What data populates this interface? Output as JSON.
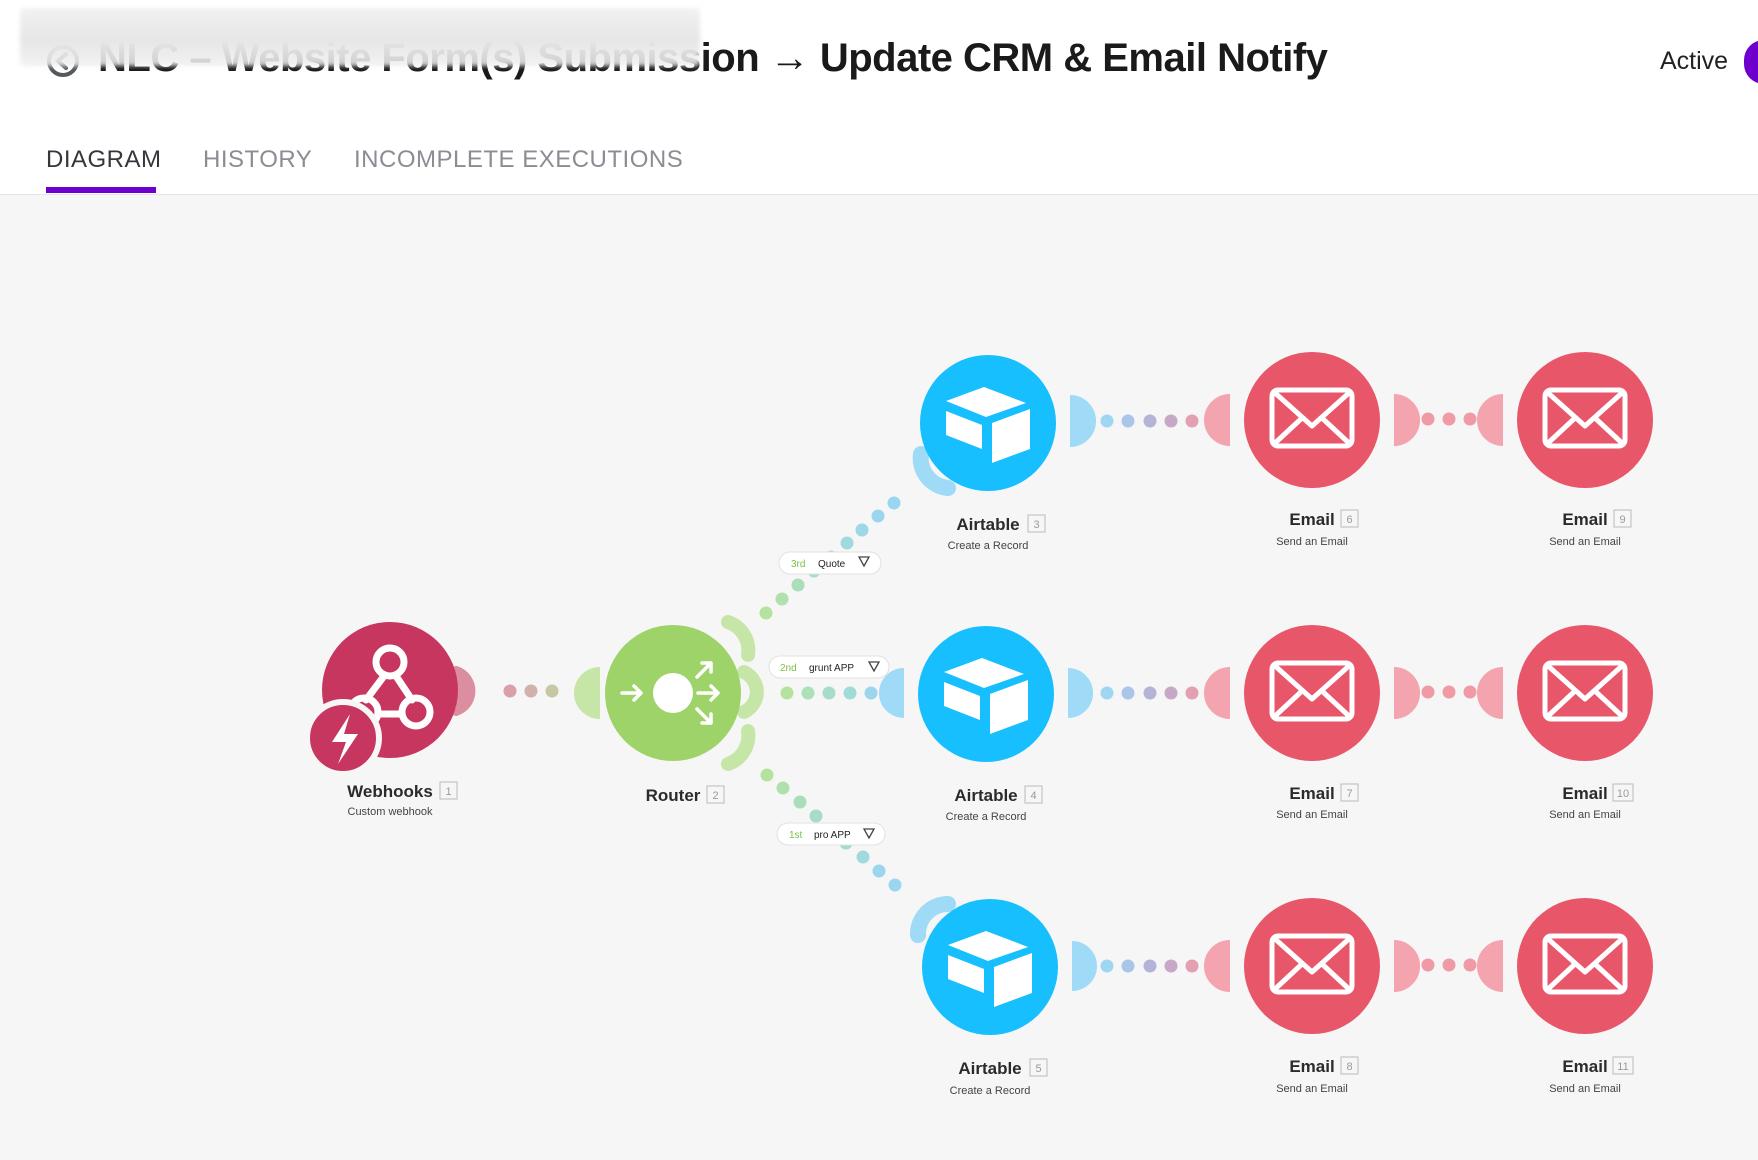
{
  "header": {
    "title": "NLC – Website Form(s) Submission → Update CRM & Email Notify",
    "status_label": "Active"
  },
  "tabs": [
    {
      "label": "DIAGRAM",
      "active": true
    },
    {
      "label": "HISTORY",
      "active": false
    },
    {
      "label": "INCOMPLETE EXECUTIONS",
      "active": false
    }
  ],
  "colors": {
    "accent": "#6d00cc",
    "webhooks": "#c7365f",
    "router": "#9ed36a",
    "airtable": "#18bfff",
    "email": "#e8566a"
  },
  "modules": [
    {
      "key": "webhooks",
      "name": "Webhooks",
      "id": "1",
      "subtitle": "Custom webhook",
      "icon": "webhook-icon"
    },
    {
      "key": "router",
      "name": "Router",
      "id": "2",
      "subtitle": "",
      "icon": "router-icon"
    },
    {
      "key": "airtable3",
      "name": "Airtable",
      "id": "3",
      "subtitle": "Create a Record",
      "icon": "airtable-icon"
    },
    {
      "key": "airtable4",
      "name": "Airtable",
      "id": "4",
      "subtitle": "Create a Record",
      "icon": "airtable-icon"
    },
    {
      "key": "airtable5",
      "name": "Airtable",
      "id": "5",
      "subtitle": "Create a Record",
      "icon": "airtable-icon"
    },
    {
      "key": "email6",
      "name": "Email",
      "id": "6",
      "subtitle": "Send an Email",
      "icon": "envelope-icon"
    },
    {
      "key": "email7",
      "name": "Email",
      "id": "7",
      "subtitle": "Send an Email",
      "icon": "envelope-icon"
    },
    {
      "key": "email8",
      "name": "Email",
      "id": "8",
      "subtitle": "Send an Email",
      "icon": "envelope-icon"
    },
    {
      "key": "email9",
      "name": "Email",
      "id": "9",
      "subtitle": "Send an Email",
      "icon": "envelope-icon"
    },
    {
      "key": "email10",
      "name": "Email",
      "id": "10",
      "subtitle": "Send an Email",
      "icon": "envelope-icon"
    },
    {
      "key": "email11",
      "name": "Email",
      "id": "11",
      "subtitle": "Send an Email",
      "icon": "envelope-icon"
    }
  ],
  "filters": [
    {
      "order": "3rd",
      "label": "Quote",
      "icon": "filter-icon"
    },
    {
      "order": "2nd",
      "label": "grunt APP",
      "icon": "filter-icon"
    },
    {
      "order": "1st",
      "label": "pro APP",
      "icon": "filter-icon"
    }
  ]
}
